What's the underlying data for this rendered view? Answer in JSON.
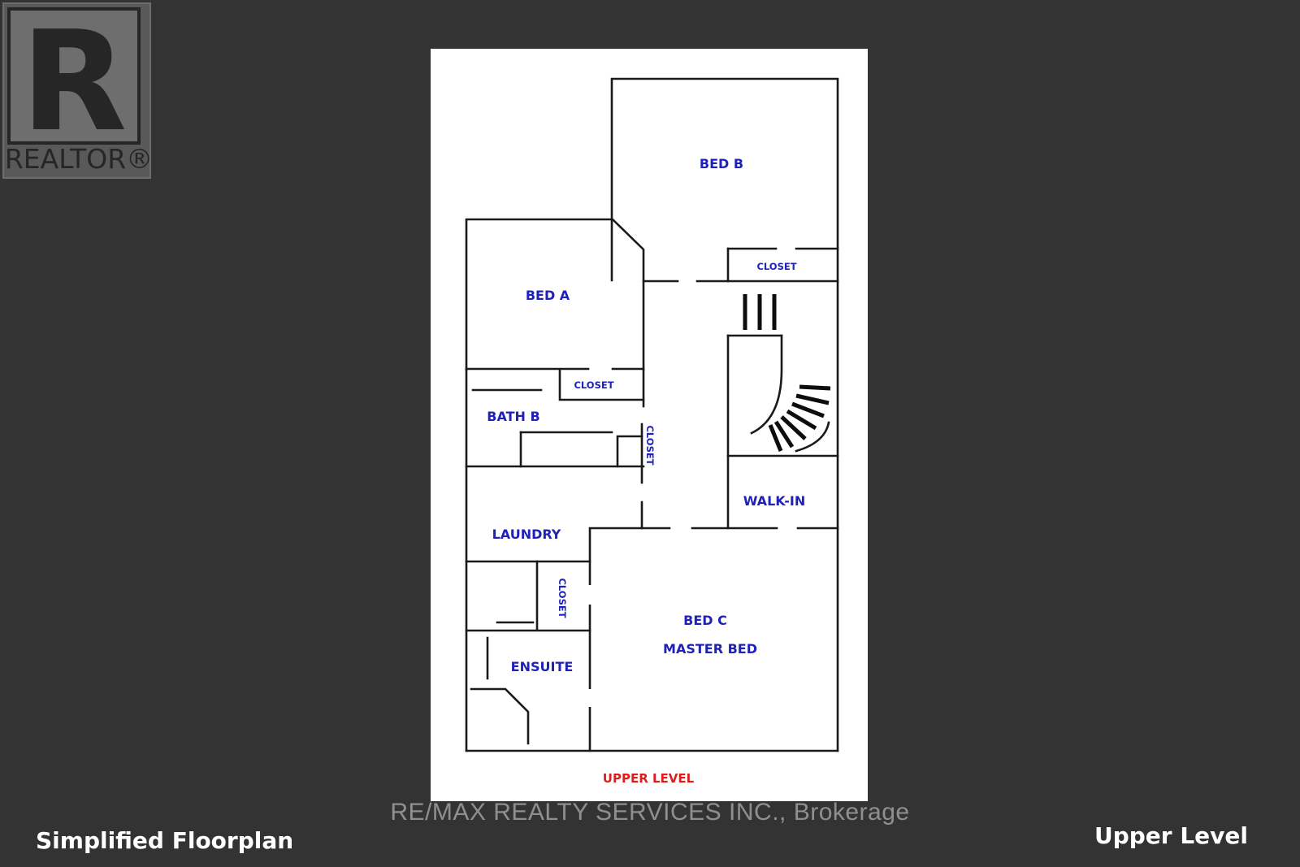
{
  "logo": {
    "mark_letter": "R",
    "wordmark": "REALTOR®"
  },
  "floorplan": {
    "rooms": {
      "bed_b": "BED B",
      "bed_a": "BED A",
      "closet_top": "CLOSET",
      "closet_bed_a": "CLOSET",
      "bath_b": "BATH B",
      "closet_hall": "CLOSET",
      "walk_in": "WALK-IN",
      "laundry": "LAUNDRY",
      "closet_ensuite": "CLOSET",
      "bed_c": "BED C",
      "master_bed": "MASTER BED",
      "ensuite": "ENSUITE"
    },
    "level_label": "UPPER LEVEL"
  },
  "captions": {
    "left": "Simplified Floorplan",
    "right": "Upper Level",
    "watermark": "RE/MAX REALTY SERVICES INC., Brokerage"
  },
  "colors": {
    "background": "#333333",
    "paper": "#ffffff",
    "room_label": "#1f22b8",
    "level_label": "#e01b1b"
  }
}
